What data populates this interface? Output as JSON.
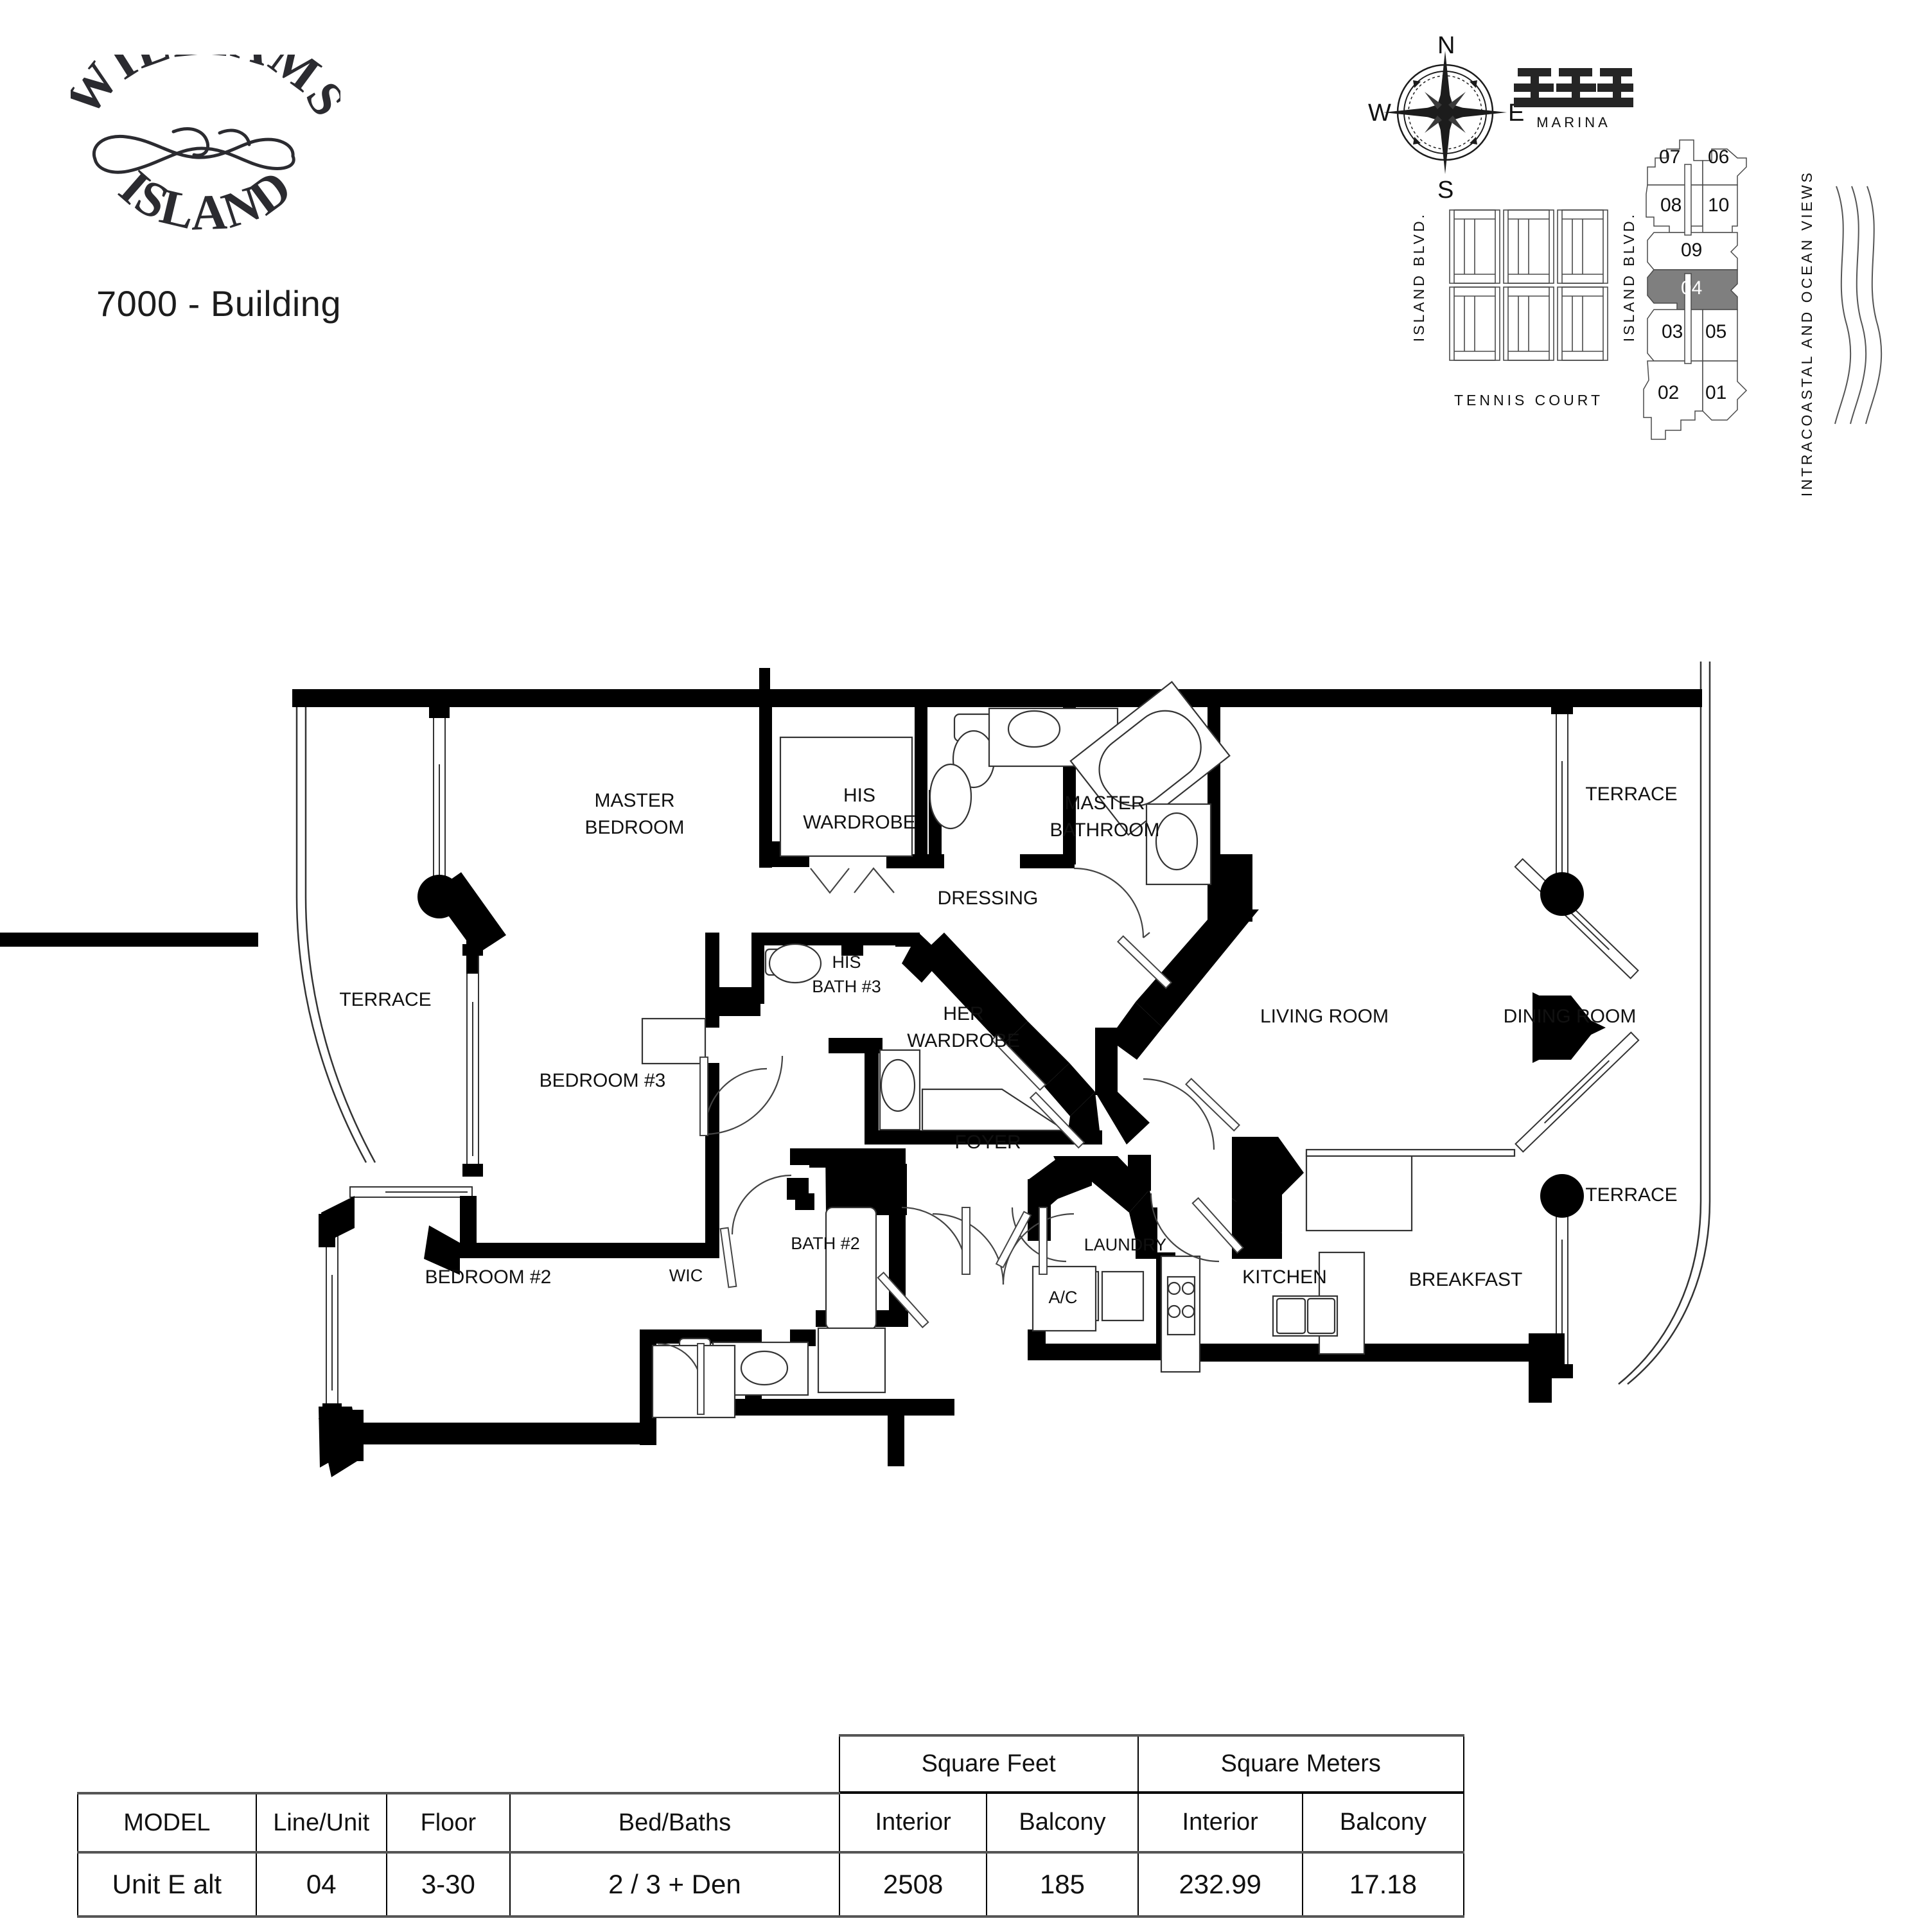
{
  "brand": {
    "name_line1": "WILLIAMS",
    "name_line2": "ISLAND",
    "building": "7000 - Building"
  },
  "compass": {
    "north": "N",
    "south": "S",
    "east": "E",
    "west": "W"
  },
  "site": {
    "marina_label": "MARINA",
    "tennis_label": "TENNIS COURT",
    "island_blvd_left": "ISLAND BLVD.",
    "island_blvd_right": "ISLAND BLVD.",
    "views_label": "INTRACOASTAL AND OCEAN VIEWS"
  },
  "keyplan": {
    "selected_unit": "04",
    "selected_fill": "#7f7f7f",
    "units": [
      "07",
      "06",
      "08",
      "10",
      "09",
      "04",
      "03",
      "05",
      "02",
      "01"
    ]
  },
  "plan": {
    "rooms": [
      {
        "id": "master-bedroom",
        "line1": "MASTER",
        "line2": "BEDROOM"
      },
      {
        "id": "his-wardrobe",
        "line1": "HIS",
        "line2": "WARDROBE"
      },
      {
        "id": "master-bathroom",
        "line1": "MASTER",
        "line2": "BATHROOM"
      },
      {
        "id": "terrace-top-right",
        "line1": "TERRACE",
        "line2": ""
      },
      {
        "id": "terrace-left",
        "line1": "TERRACE",
        "line2": ""
      },
      {
        "id": "dressing",
        "line1": "DRESSING",
        "line2": ""
      },
      {
        "id": "his-bath-3",
        "line1": "HIS",
        "line2": "BATH #3"
      },
      {
        "id": "her-wardrobe",
        "line1": "HER",
        "line2": "WARDROBE"
      },
      {
        "id": "living-room",
        "line1": "LIVING ROOM",
        "line2": ""
      },
      {
        "id": "dining-room",
        "line1": "DINING ROOM",
        "line2": ""
      },
      {
        "id": "bedroom-3",
        "line1": "BEDROOM #3",
        "line2": ""
      },
      {
        "id": "foyer",
        "line1": "FOYER",
        "line2": ""
      },
      {
        "id": "terrace-bottom-right",
        "line1": "TERRACE",
        "line2": ""
      },
      {
        "id": "bath-2",
        "line1": "BATH #2",
        "line2": ""
      },
      {
        "id": "laundry",
        "line1": "LAUNDRY",
        "line2": ""
      },
      {
        "id": "kitchen",
        "line1": "KITCHEN",
        "line2": ""
      },
      {
        "id": "breakfast",
        "line1": "BREAKFAST",
        "line2": ""
      },
      {
        "id": "bedroom-2",
        "line1": "BEDROOM #2",
        "line2": ""
      },
      {
        "id": "wic",
        "line1": "WIC",
        "line2": ""
      },
      {
        "id": "ac-closet",
        "line1": "A/C",
        "line2": ""
      }
    ]
  },
  "table": {
    "group_headers": {
      "sqft": "Square Feet",
      "sqm": "Square Meters"
    },
    "columns": [
      "MODEL",
      "Line/Unit",
      "Floor",
      "Bed/Baths",
      "Interior",
      "Balcony",
      "Interior",
      "Balcony"
    ],
    "row": {
      "model": "Unit E alt",
      "line_unit": "04",
      "floor": "3-30",
      "bed_baths": "2 / 3 + Den",
      "sqft_interior": "2508",
      "sqft_balcony": "185",
      "sqm_interior": "232.99",
      "sqm_balcony": "17.18"
    }
  }
}
